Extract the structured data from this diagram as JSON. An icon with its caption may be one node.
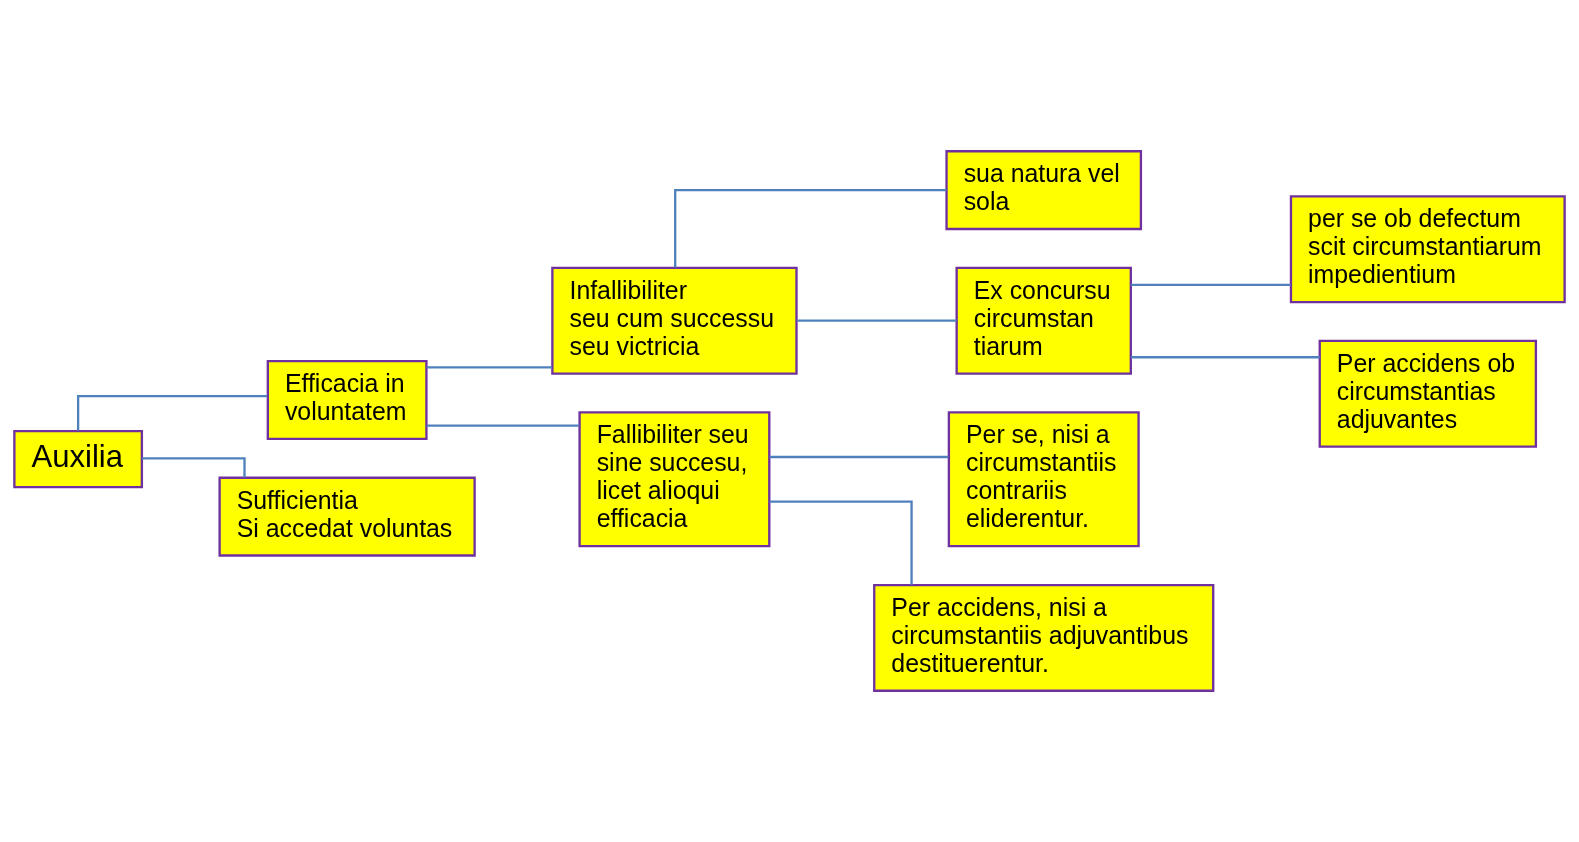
{
  "diagram": {
    "nodes": [
      {
        "text": [
          "Auxilia"
        ]
      },
      {
        "text": [
          "Efficacia in voluntatem"
        ]
      },
      {
        "text": [
          "Sufficientia",
          "Si accedat voluntas"
        ]
      },
      {
        "text": [
          "Infallibiliter seu cum successu seu victricia"
        ]
      },
      {
        "text": [
          "Fallibiliter seu sine succesu, licet alioqui efficacia"
        ]
      },
      {
        "text": [
          "sua natura vel sola"
        ]
      },
      {
        "text": [
          "Ex concursu circumstan tiarum"
        ]
      },
      {
        "text": [
          "per se ob defectum scit circumstantiarum impedientium"
        ]
      },
      {
        "text": [
          "Per accidens ob circumstantias adjuvantes"
        ]
      },
      {
        "text": [
          "Per se, nisi a circumstantiis contrariis eliderentur."
        ]
      },
      {
        "text": [
          "Per accidens, nisi a circumstantiis adjuvantibus destituerentur."
        ]
      }
    ],
    "edges": [
      {
        "from": 0,
        "to": 1,
        "arrow": "none"
      },
      {
        "from": 0,
        "to": 2,
        "arrow": "none"
      },
      {
        "from": 1,
        "to": 3,
        "arrow": "none"
      },
      {
        "from": 1,
        "to": 4,
        "arrow": "none"
      },
      {
        "from": 3,
        "to": 5,
        "arrow": "none"
      },
      {
        "from": 3,
        "to": 6,
        "arrow": "none"
      },
      {
        "from": 6,
        "to": 7,
        "arrow": "none"
      },
      {
        "from": 6,
        "to": 8,
        "arrow": "none"
      },
      {
        "from": 4,
        "to": 9,
        "arrow": "none"
      },
      {
        "from": 4,
        "to": 10,
        "arrow": "none"
      }
    ]
  }
}
